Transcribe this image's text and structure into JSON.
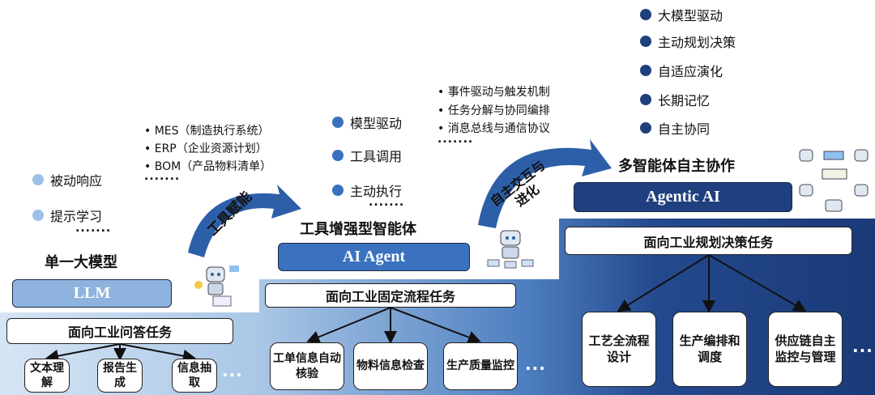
{
  "colors": {
    "light": "#8db3de",
    "mid": "#3a72c0",
    "dark": "#1f3f7e",
    "dot_light": "#9cc0e6",
    "dot_mid": "#3a72c0",
    "dot_dark": "#1f3f7e"
  },
  "stage1": {
    "bullets": [
      "被动响应",
      "提示学习"
    ],
    "ellipsis": ".......",
    "title": "单一大模型",
    "model": "LLM",
    "task": "面向工业问答任务",
    "leaves": [
      "文本理解",
      "报告生成",
      "信息抽取"
    ],
    "more": "..."
  },
  "transition1": {
    "label": "工具赋能",
    "notes": [
      "MES（制造执行系统）",
      "ERP（企业资源计划）",
      "BOM（产品物料清单）"
    ],
    "ellipsis": "......."
  },
  "stage2": {
    "bullets": [
      "模型驱动",
      "工具调用",
      "主动执行"
    ],
    "ellipsis": ".......",
    "title": "工具增强型智能体",
    "model": "AI Agent",
    "task": "面向工业固定流程任务",
    "leaves": [
      "工单信息自动核验",
      "物料信息检查",
      "生产质量监控"
    ],
    "more": "..."
  },
  "transition2": {
    "label": "自主交互与进化",
    "notes": [
      "事件驱动与触发机制",
      "任务分解与协同编排",
      "消息总线与通信协议"
    ],
    "ellipsis": "......."
  },
  "stage3": {
    "bullets": [
      "大模型驱动",
      "主动规划决策",
      "自适应演化",
      "长期记忆",
      "自主协同"
    ],
    "title": "多智能体自主协作",
    "model": "Agentic AI",
    "task": "面向工业规划决策任务",
    "leaves": [
      "工艺全流程设计",
      "生产编排和调度",
      "供应链自主监控与管理"
    ],
    "more": "..."
  }
}
